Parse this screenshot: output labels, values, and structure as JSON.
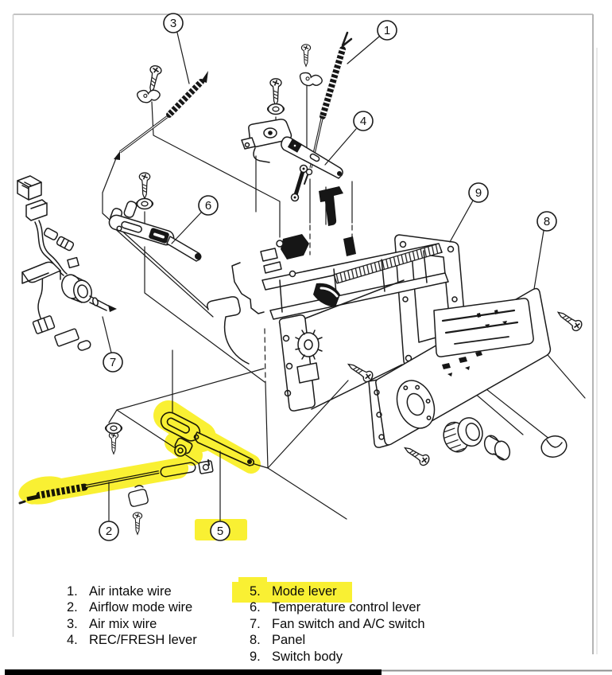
{
  "figure": {
    "type": "exploded-parts-diagram",
    "subject": "Heater / A-C control assembly exploded view",
    "highlight_color": "#f8ec00",
    "line_color": "#1b1b1b",
    "callouts": [
      {
        "num": "1",
        "part": "Air intake wire"
      },
      {
        "num": "2",
        "part": "Airflow mode wire"
      },
      {
        "num": "3",
        "part": "Air mix wire"
      },
      {
        "num": "4",
        "part": "REC/FRESH lever"
      },
      {
        "num": "5",
        "part": "Mode lever",
        "highlighted": true
      },
      {
        "num": "6",
        "part": "Temperature control lever"
      },
      {
        "num": "7",
        "part": "Fan switch and A/C switch"
      },
      {
        "num": "8",
        "part": "Panel"
      },
      {
        "num": "9",
        "part": "Switch body"
      }
    ]
  },
  "legend": {
    "left": [
      {
        "num": "1.",
        "label": "Air intake wire"
      },
      {
        "num": "2.",
        "label": "Airflow mode wire"
      },
      {
        "num": "3.",
        "label": "Air mix wire"
      },
      {
        "num": "4.",
        "label": "REC/FRESH lever"
      }
    ],
    "right": [
      {
        "num": "5.",
        "label": "Mode lever",
        "highlighted": true
      },
      {
        "num": "6.",
        "label": "Temperature control lever"
      },
      {
        "num": "7.",
        "label": "Fan switch and A/C switch"
      },
      {
        "num": "8.",
        "label": "Panel"
      },
      {
        "num": "9.",
        "label": "Switch body"
      }
    ]
  }
}
